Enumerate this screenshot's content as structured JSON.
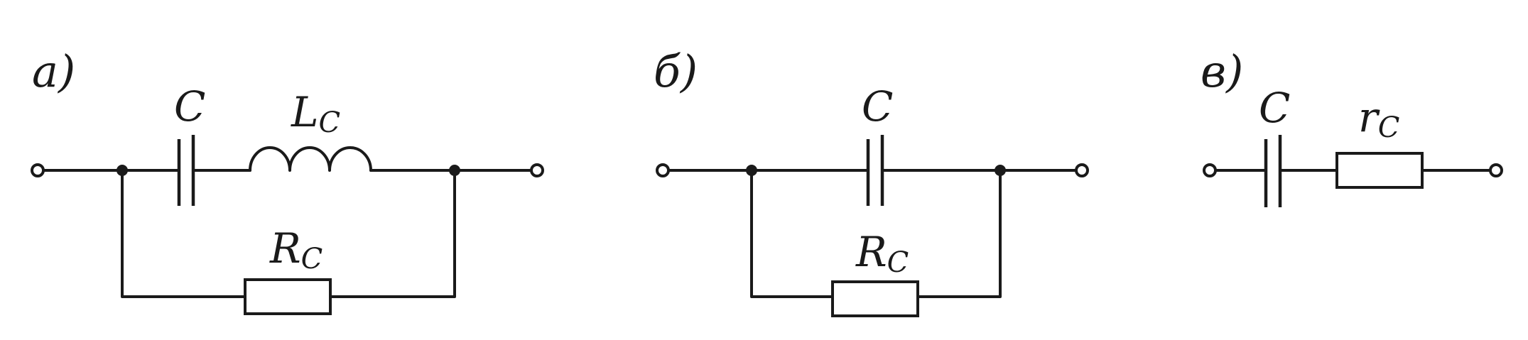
{
  "panels": {
    "a": {
      "label": "a)",
      "capacitor": "C",
      "inductor_main": "L",
      "inductor_sub": "C",
      "resistor_main": "R",
      "resistor_sub": "C"
    },
    "b": {
      "label": "б)",
      "capacitor": "C",
      "resistor_main": "R",
      "resistor_sub": "C"
    },
    "c": {
      "label": "в)",
      "capacitor": "C",
      "resistor_main": "r",
      "resistor_sub": "C"
    }
  },
  "colors": {
    "ink": "#1a1a1a",
    "background": "#ffffff"
  }
}
